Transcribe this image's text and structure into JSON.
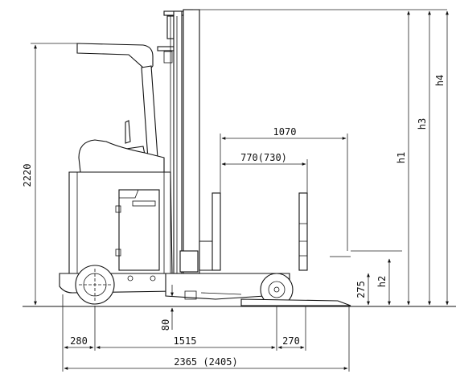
{
  "dimensions": {
    "overall_height": "2220",
    "fork_outer": "1070",
    "fork_inner": "770(730)",
    "rear_overhang": "280",
    "wheelbase": "1515",
    "front_overhang": "270",
    "overall_length": "2365 (2405)",
    "ground_clearance": "80",
    "lower_height": "275",
    "h1": "h1",
    "h2": "h2",
    "h3": "h3",
    "h4": "h4"
  }
}
